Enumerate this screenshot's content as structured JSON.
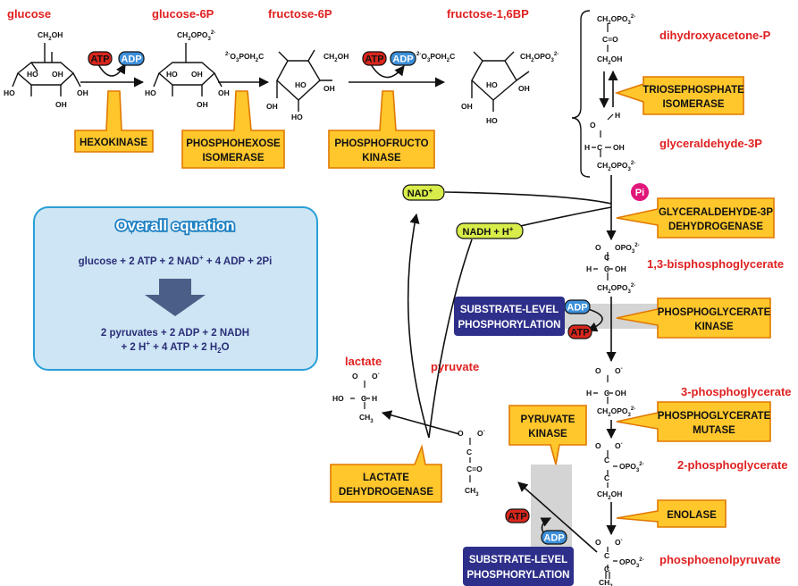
{
  "metabolites": {
    "glucose": "glucose",
    "glucose_6p": "glucose-6P",
    "fructose_6p": "fructose-6P",
    "fructose_16bp": "fructose-1,6BP",
    "dhap": "dihydroxyacetone-P",
    "g3p": "glyceraldehyde-3P",
    "bpg13": "1,3-bisphosphoglycerate",
    "pg3": "3-phosphoglycerate",
    "pg2": "2-phosphoglycerate",
    "pep": "phosphoenolpyruvate",
    "pyruvate": "pyruvate",
    "lactate": "lactate"
  },
  "enzymes": {
    "hexokinase": "HEXOKINASE",
    "phi_1": "PHOSPHOHEXOSE",
    "phi_2": "ISOMERASE",
    "pfk_1": "PHOSPHOFRUCTO",
    "pfk_2": "KINASE",
    "tpi_1": "TRIOSEPHOSPHATE",
    "tpi_2": "ISOMERASE",
    "gapdh_1": "GLYCERALDEHYDE-3P",
    "gapdh_2": "DEHYDROGENASE",
    "pgk_1": "PHOSPHOGLYCERATE",
    "pgk_2": "KINASE",
    "pgm_1": "PHOSPHOGLYCERATE",
    "pgm_2": "MUTASE",
    "enolase": "ENOLASE",
    "pk_1": "PYRUVATE",
    "pk_2": "KINASE",
    "ldh_1": "LACTATE",
    "ldh_2": "DEHYDROGENASE"
  },
  "cofactors": {
    "atp": "ATP",
    "adp": "ADP",
    "nad": "NAD",
    "nad_sup": "+",
    "nadh": "NADH + H",
    "nadh_sup": "+",
    "pi": "Pi"
  },
  "substrate_level": {
    "line1": "SUBSTRATE-LEVEL",
    "line2": "PHOSPHORYLATION"
  },
  "equation": {
    "title": "Overall equation",
    "left": "glucose + 2 ATP + 2 NAD",
    "left_sup": "+",
    "left_end": "+ 4 ADP + 2Pi",
    "right1": "2 pyruvates + 2 ADP + 2 NADH",
    "right2a": "+ 2 H",
    "right2_sup": "+",
    "right2b": "+ 4 ATP + 2 H",
    "right2_sub": "2",
    "right2c": "O"
  },
  "structure_labels": {
    "ch2oh": "CH",
    "oh": "OH",
    "ho": "HO",
    "h": "H",
    "c": "C",
    "o": "O",
    "ch3": "CH",
    "opo3": "OPO",
    "ch2opo3": "CH",
    "o3poh2c": "O",
    "c_eq_o": "C=O",
    "ominus": "O"
  },
  "colors": {
    "metabolite": "#e02020",
    "enzyme_fill": "#ffc72c",
    "enzyme_stroke": "#e07800",
    "equation_fill": "#cde5f4",
    "equation_stroke": "#2a9fd8",
    "equation_text": "#2b2e78",
    "slp_fill": "#2e2f8a",
    "atp_fill": "#d9261c",
    "adp_fill": "#3d8fd9",
    "nad_fill": "#d8ec4a",
    "pi_fill": "#e0187a",
    "arrow_down": "#4a5f87",
    "highlight": "#d4d4d4"
  }
}
